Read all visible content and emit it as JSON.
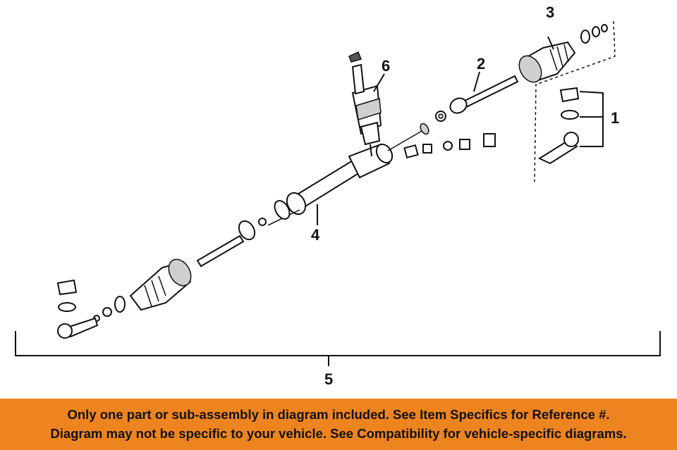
{
  "callouts": {
    "c1": "1",
    "c2": "2",
    "c3": "3",
    "c4": "4",
    "c5": "5",
    "c6": "6"
  },
  "banner": {
    "line1": "Only one part or sub-assembly in diagram included. See Item Specifics for Reference #.",
    "line2": "Diagram may not be specific to your vehicle. See Compatibility for vehicle-specific diagrams."
  },
  "colors": {
    "banner_bg": "#ee8420",
    "ink": "#111111"
  }
}
